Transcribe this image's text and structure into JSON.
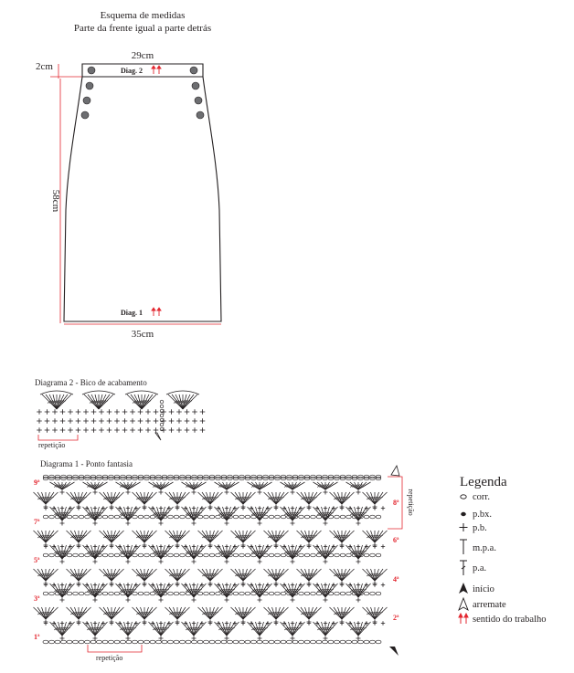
{
  "schema": {
    "title_line1": "Esquema de medidas",
    "title_line2": "Parte da frente igual a parte detrás",
    "top_width": "29cm",
    "waistband_height": "2cm",
    "length": "58cm",
    "bottom_width": "35cm",
    "diag2_label": "Diag. 2",
    "diag1_label": "Diag. 1"
  },
  "diagram2": {
    "title": "Diagrama 2 - Bico de acabamento",
    "repeat_label": "repetição"
  },
  "diagram1": {
    "title": "Diagrama 1 - Ponto fantasia",
    "rows_left": [
      "9ª",
      "7ª",
      "5ª",
      "3ª",
      "1ª"
    ],
    "rows_right": [
      "8ª",
      "6ª",
      "4ª",
      "2ª"
    ],
    "repeat_bottom": "repetição",
    "repeat_right": "repetição"
  },
  "legend": {
    "title": "Legenda",
    "items": [
      {
        "symbol": "chain",
        "label": "corr."
      },
      {
        "symbol": "slip-stitch",
        "label": "p.bx."
      },
      {
        "symbol": "single-crochet",
        "label": "p.b."
      },
      {
        "symbol": "half-double-crochet",
        "label": "m.p.a."
      },
      {
        "symbol": "double-crochet",
        "label": "p.a."
      },
      {
        "symbol": "start-arrow",
        "label": "início"
      },
      {
        "symbol": "finish-arrow",
        "label": "arremate"
      },
      {
        "symbol": "direction-arrows",
        "label": "sentido do trabalho"
      }
    ]
  },
  "colors": {
    "ink": "#231f20",
    "accent": "#e3262f",
    "button": "#6d6e71"
  }
}
